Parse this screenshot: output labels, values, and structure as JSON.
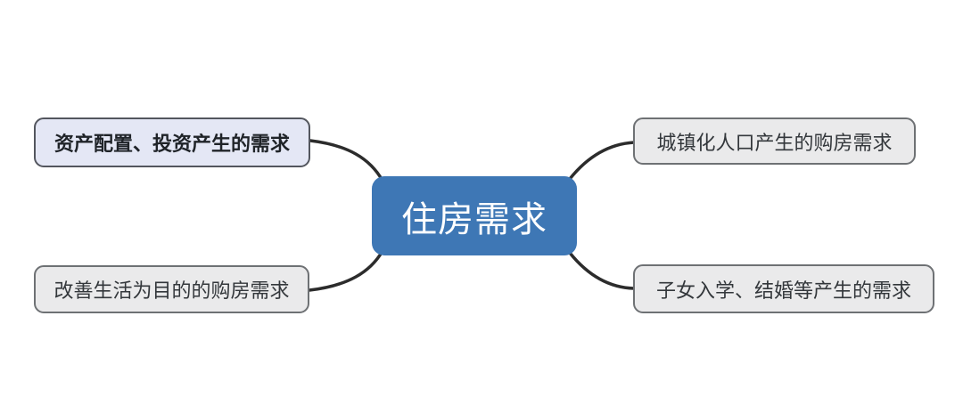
{
  "diagram": {
    "type": "mindmap",
    "root": {
      "label": "住房需求"
    },
    "branches": [
      {
        "label": "资产配置、投资产生的需求",
        "position": "top-left",
        "emphasized": true
      },
      {
        "label": "城镇化人口产生的购房需求",
        "position": "top-right",
        "emphasized": false
      },
      {
        "label": "改善生活为目的的购房需求",
        "position": "bottom-left",
        "emphasized": false
      },
      {
        "label": "子女入学、结婚等产生的需求",
        "position": "bottom-right",
        "emphasized": false
      }
    ],
    "colors": {
      "root_fill": "#3e77b5",
      "root_text": "#ffffff",
      "branch_fill": "#eaeaeb",
      "branch_border": "#6e7174",
      "emphasized_branch_fill": "#e4e7f5",
      "emphasized_branch_border": "#53565e",
      "connector": "#2c2c2c",
      "background": "#ffffff"
    }
  }
}
